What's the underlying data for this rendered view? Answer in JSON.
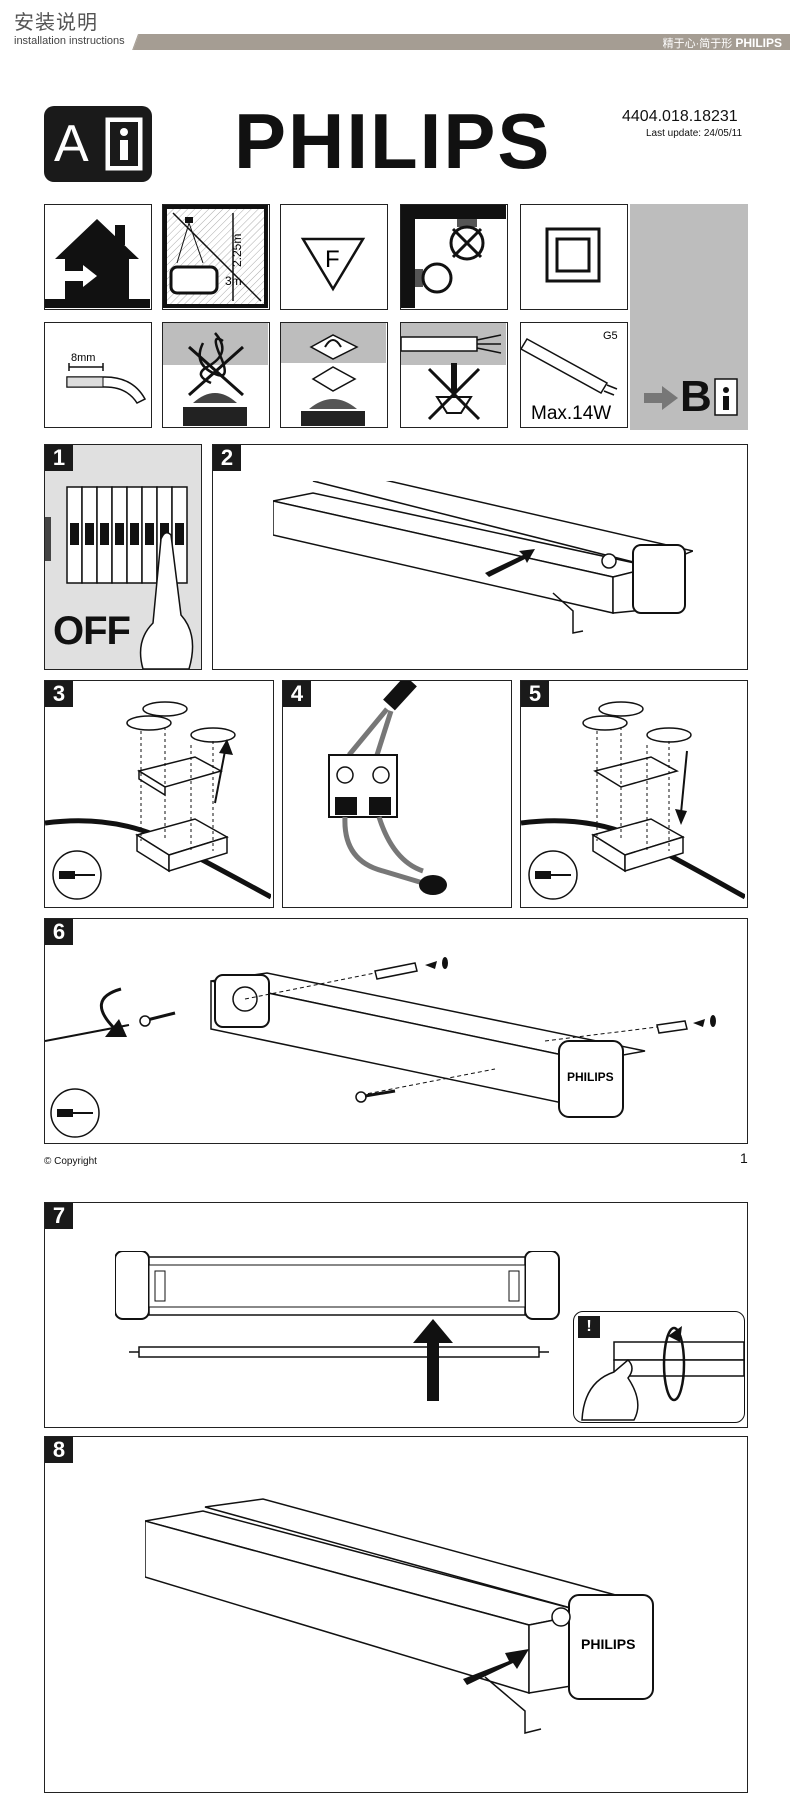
{
  "header": {
    "title_cn": "安装说明",
    "subtitle_en": "installation instructions",
    "brand_tagline_cn": "精于心·简于形",
    "brand_name": "PHILIPS"
  },
  "doc": {
    "section_letter": "A",
    "logo_text": "PHILIPS",
    "product_code": "4404.018.18231",
    "last_update": "Last update: 24/05/11"
  },
  "icons": {
    "bathroom_height": "2.25m",
    "bathroom_width": "3m",
    "flammable_mark": "F",
    "strip_length": "8mm",
    "lamp_socket": "G5",
    "lamp_power": "Max.14W",
    "next_section": "B"
  },
  "steps": {
    "s1": "1",
    "s1_label": "OFF",
    "s2": "2",
    "s3": "3",
    "s4": "4",
    "s5": "5",
    "s6": "6",
    "s7": "7",
    "s7_warning": "!",
    "s8": "8",
    "fixture_brand": "PHILIPS"
  },
  "footer": {
    "copyright": "© Copyright",
    "page_number": "1"
  }
}
